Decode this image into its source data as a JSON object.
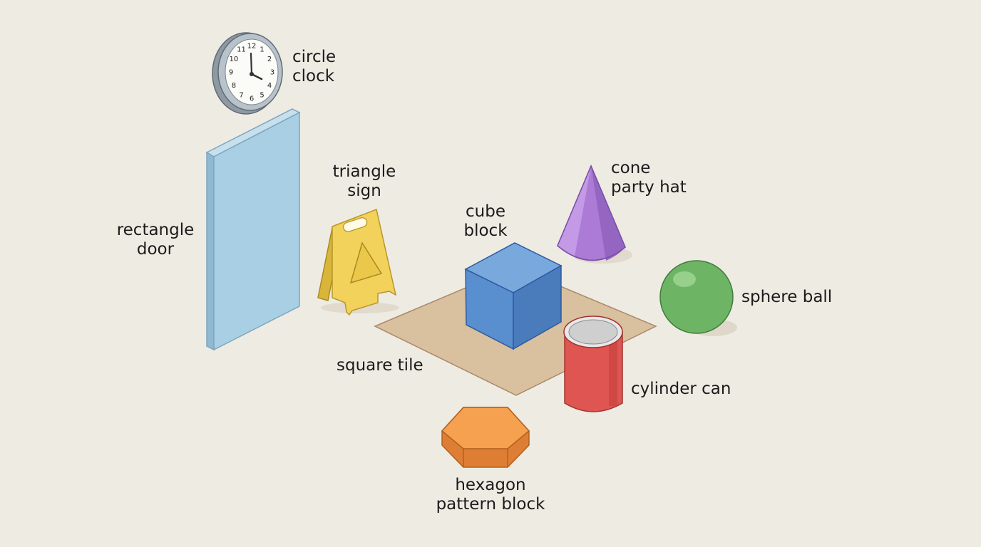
{
  "shapes": {
    "circle": {
      "line1": "circle",
      "line2": "clock",
      "color": "#a9b3bd"
    },
    "rectangle": {
      "line1": "rectangle",
      "line2": "door",
      "color": "#a9cfe4"
    },
    "triangle": {
      "line1": "triangle",
      "line2": "sign",
      "color": "#f2d25a"
    },
    "cube": {
      "line1": "cube",
      "line2": "block",
      "color": "#5a8fcf"
    },
    "cone": {
      "line1": "cone",
      "line2": "party hat",
      "color": "#ab7bd6"
    },
    "sphere": {
      "line1": "sphere ball",
      "color": "#6db564"
    },
    "square": {
      "line1": "square tile",
      "color": "#d9c09e"
    },
    "cylinder": {
      "line1": "cylinder can",
      "color": "#de5551"
    },
    "hexagon": {
      "line1": "hexagon",
      "line2": "pattern block",
      "color": "#f39a4c"
    }
  },
  "clock_numbers": [
    "12",
    "1",
    "2",
    "3",
    "4",
    "5",
    "6",
    "7",
    "8",
    "9",
    "10",
    "11"
  ]
}
